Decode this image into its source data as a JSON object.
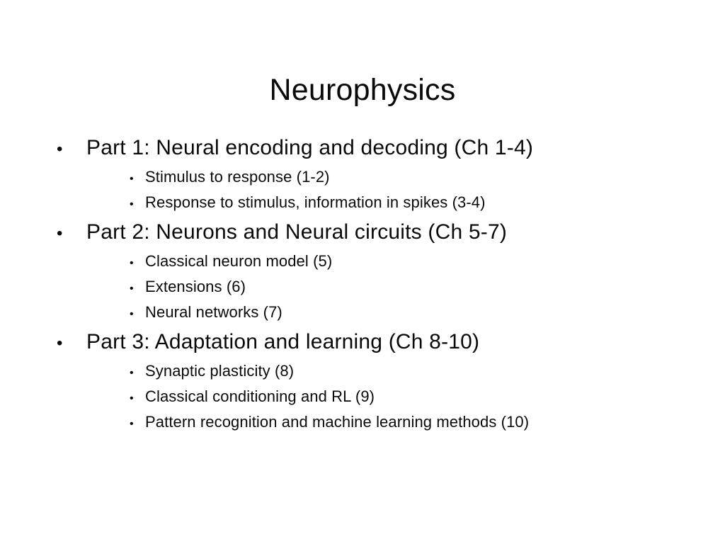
{
  "slide": {
    "title": "Neurophysics",
    "bullet_char": "•",
    "sections": [
      {
        "heading": "Part 1: Neural encoding and decoding (Ch 1-4)",
        "items": [
          "Stimulus to response (1-2)",
          "Response to stimulus, information in spikes (3-4)"
        ]
      },
      {
        "heading": "Part 2: Neurons and Neural circuits (Ch 5-7)",
        "items": [
          "Classical neuron model (5)",
          "Extensions (6)",
          "Neural networks (7)"
        ]
      },
      {
        "heading": "Part 3: Adaptation and learning (Ch 8-10)",
        "items": [
          "Synaptic plasticity (8)",
          "Classical conditioning and RL (9)",
          "Pattern recognition and machine learning methods (10)"
        ]
      }
    ]
  }
}
